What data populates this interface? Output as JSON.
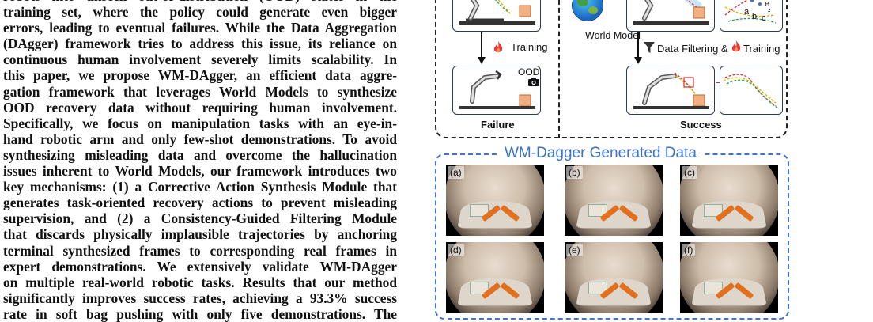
{
  "abstract": {
    "lines": [
      "robots into unseen out-of-distribution (OOD) states in the",
      "training set, where the policy could generate even bigger",
      "errors, leading to eventual failures. While the Data Aggregation",
      "(DAgger) framework tries to address this issue, its reliance on",
      "continuous human involvement severely limits scalability. In",
      "this paper, we propose WM-DAgger, an efficient data aggre-",
      "gation framework that leverages World Models to synthesize",
      "OOD recovery data without requiring human involvement.",
      "Specifically, we focus on manipulation tasks with an eye-in-",
      "hand robotic arm and only few-shot demonstrations. To avoid",
      "synthesizing misleading data and overcome the hallucination",
      "issues inherent to World Models, our framework introduces two",
      "key mechanisms: (1) a Corrective Action Synthesis Module that",
      "generates task-oriented recovery actions to prevent misleading",
      "supervision, and (2) a Consistency-Guided Filtering Module",
      "that discards physically implausible trajectories by anchoring",
      "terminal synthesized frames to corresponding real frames in",
      "expert demonstrations. We extensively validate WM-DAgger",
      "on multiple real-world robotic tasks. Results that our method",
      "significantly improves success rates, achieving a 93.3% success",
      "rate in soft bag pushing with only five demonstrations. The"
    ]
  },
  "figure": {
    "top": {
      "training_label": "Training",
      "world_model_label": "World Model",
      "filter_training_label": "Data Filtering &",
      "filter_training_label2": "Training",
      "ood_label": "OOD",
      "failure_label": "Failure",
      "success_label": "Success",
      "traj_letters": [
        "a",
        "b",
        "c",
        "e",
        "f"
      ]
    },
    "bottom": {
      "title": "WM-Dagger Generated Data",
      "tiles": [
        "(a)",
        "(b)",
        "(c)",
        "(d)",
        "(e)",
        "(f)"
      ]
    },
    "colors": {
      "panel_blue": "#3f74c7",
      "box_navy": "#2b3c57",
      "flame": "#e53935",
      "trajectory_red": "#d32f2f",
      "trajectory_green": "#2e9a4a",
      "trajectory_yellow": "#e0b000",
      "tool_orange": "#e1701f"
    },
    "icons": [
      "robot-arm-icon",
      "flame-icon",
      "globe-icon",
      "funnel-icon",
      "camera-icon"
    ]
  }
}
